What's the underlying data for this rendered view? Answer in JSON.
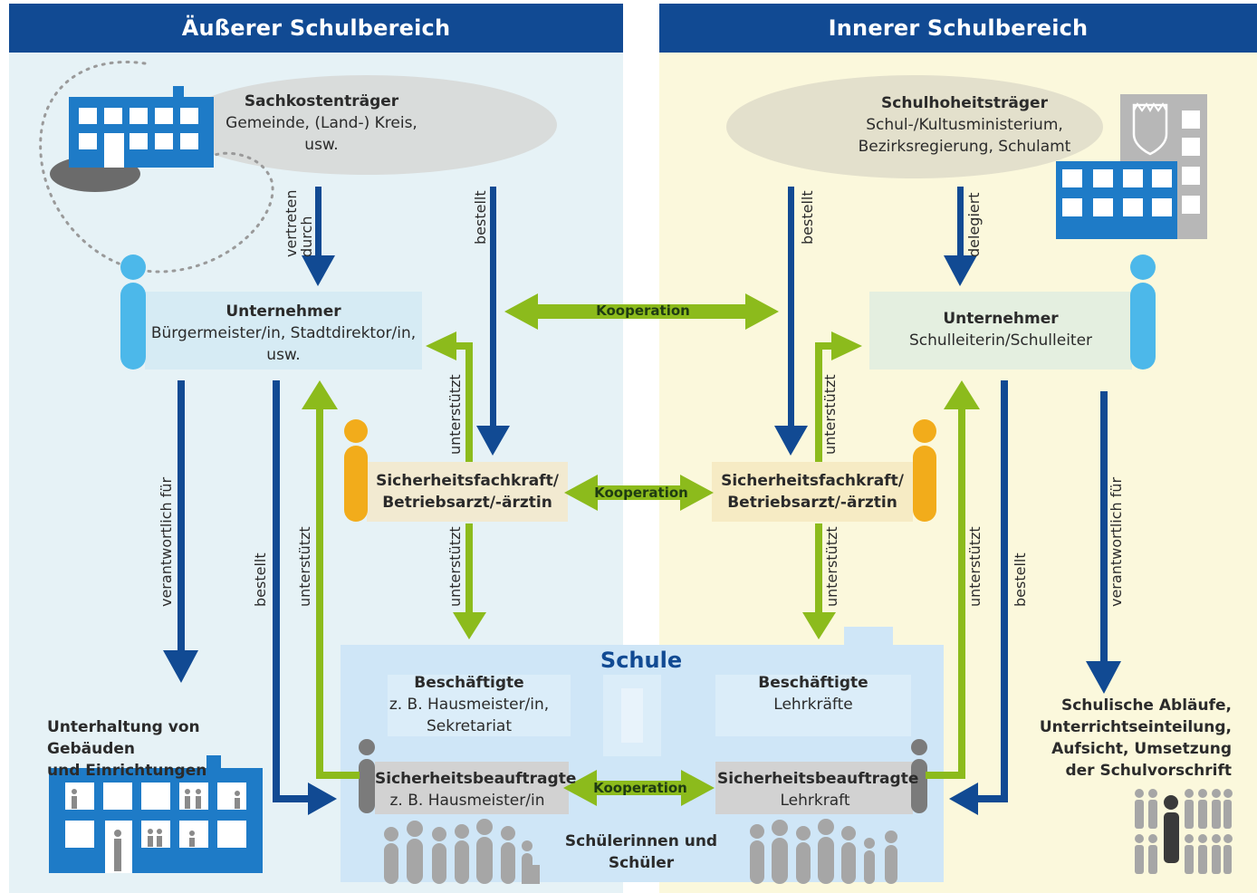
{
  "headers": {
    "outer": "Äußerer Schulbereich",
    "inner": "Innerer Schulbereich"
  },
  "outer": {
    "sachkosten_title": "Sachkostenträger",
    "sachkosten_line1": "Gemeinde, (Land-) Kreis,",
    "sachkosten_line2": "usw.",
    "vertreten_line1": "vertreten",
    "vertreten_line2": "durch",
    "bestellt_top": "bestellt",
    "unternehmer_title": "Unternehmer",
    "unternehmer_line1": "Bürgermeister/in, Stadtdirektor/in,",
    "unternehmer_line2": "usw.",
    "verantwortlich": "verantwortlich für",
    "bestellt_left": "bestellt",
    "unterstuetzt_left": "unterstützt",
    "unterstuetzt_up": "unterstützt",
    "unterstuetzt_down": "unterstützt",
    "sifa_line1": "Sicherheitsfachkraft/",
    "sifa_line2": "Betriebsarzt/-ärztin",
    "unterhaltung_line1": "Unterhaltung von Gebäuden",
    "unterhaltung_line2": "und Einrichtungen"
  },
  "inner": {
    "schulhoheit_title": "Schulhoheitsträger",
    "schulhoheit_line1": "Schul-/Kultusministerium,",
    "schulhoheit_line2": "Bezirksregierung, Schulamt",
    "bestellt_top": "bestellt",
    "delegiert": "delegiert",
    "unternehmer_title": "Unternehmer",
    "unternehmer_line1": "Schulleiterin/Schulleiter",
    "unterstuetzt_up": "unterstützt",
    "unterstuetzt_down": "unterstützt",
    "unterstuetzt_right": "unterstützt",
    "bestellt_right": "bestellt",
    "verantwortlich": "verantwortlich für",
    "sifa_line1": "Sicherheitsfachkraft/",
    "sifa_line2": "Betriebsarzt/-ärztin",
    "ablaeufe_line1": "Schulische Abläufe,",
    "ablaeufe_line2": "Unterrichtseinteilung,",
    "ablaeufe_line3": "Aufsicht, Umsetzung",
    "ablaeufe_line4": "der Schulvorschrift"
  },
  "cooperation": {
    "top": "Kooperation",
    "middle": "Kooperation",
    "bottom": "Kooperation"
  },
  "school": {
    "title": "Schule",
    "besch_left_title": "Beschäftigte",
    "besch_left_line1": "z. B. Hausmeister/in,",
    "besch_left_line2": "Sekretariat",
    "besch_right_title": "Beschäftigte",
    "besch_right_line1": "Lehrkräfte",
    "sb_left_title": "Sicherheitsbeauftragte",
    "sb_left_line1": "z. B. Hausmeister/in",
    "sb_right_title": "Sicherheitsbeauftragte",
    "sb_right_line1": "Lehrkraft",
    "students": "Schülerinnen und Schüler"
  },
  "colors": {
    "header_blue": "#114a93",
    "arrow_blue": "#114a93",
    "arrow_green": "#8cbb1c",
    "outer_bg": "#e6f2f6",
    "inner_bg": "#fbf8dc",
    "person_blue": "#4cb8ea",
    "person_orange": "#f2ac1b",
    "person_gray": "#7b7b7b"
  }
}
